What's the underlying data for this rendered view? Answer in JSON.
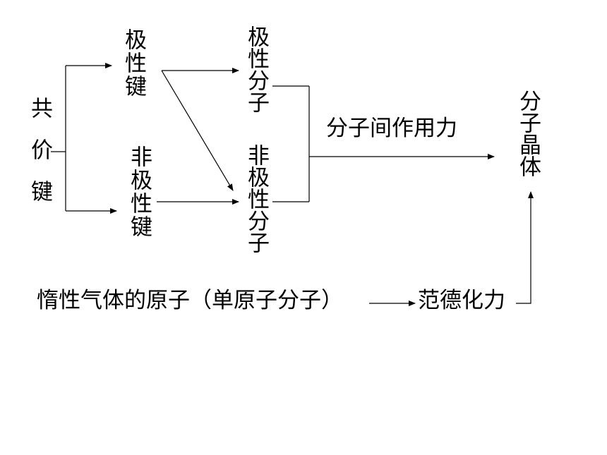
{
  "nodes": {
    "covalent_bond": "共价键",
    "polar_bond": "极性键",
    "nonpolar_bond": "非极性键",
    "polar_molecule": "极性分子",
    "nonpolar_molecule": "非极性分子",
    "intermolecular_force": "分子间作用力",
    "molecular_crystal": "分子晶体",
    "inert_gas_atom": "惰性气体的原子（单原子分子）",
    "van_der_waals_force": "范德化力"
  },
  "colors": {
    "line": "#000000",
    "background": "#ffffff"
  }
}
